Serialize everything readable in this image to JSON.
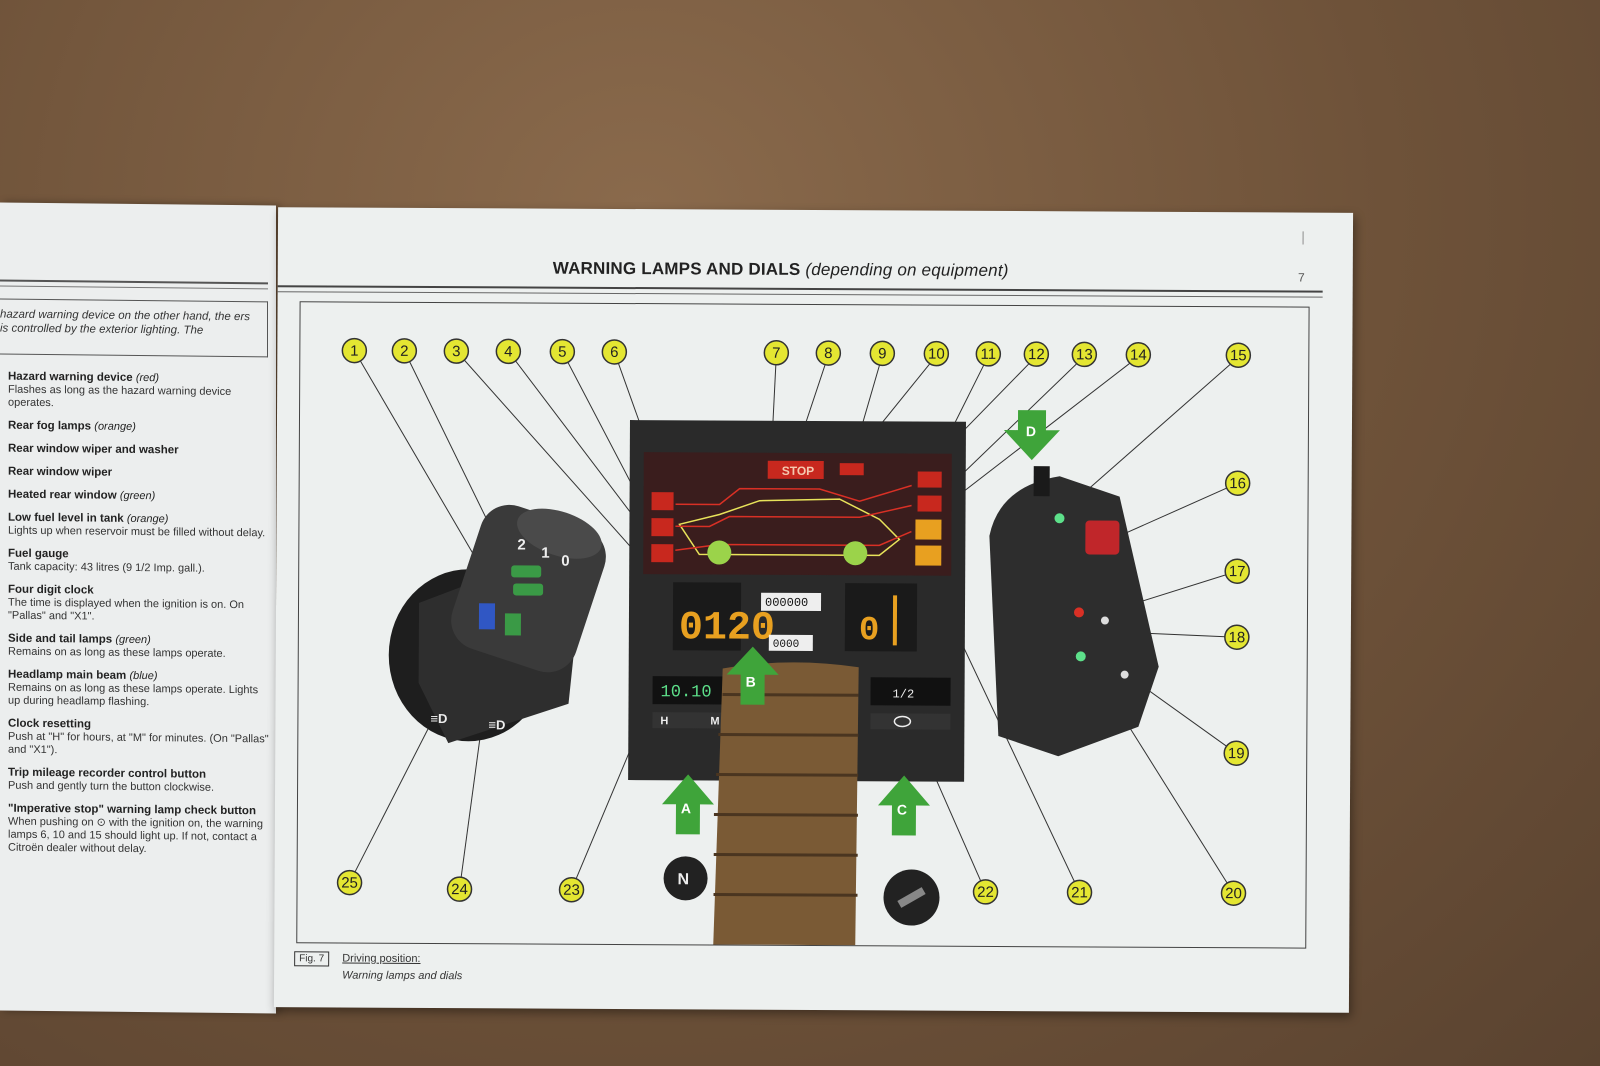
{
  "left_page": {
    "intro": "hazard warning device on the other hand, the ers is controlled by the exterior lighting. The",
    "items": [
      {
        "title": "Hazard warning device",
        "color": "(red)",
        "desc": "Flashes as long as the hazard warning device operates."
      },
      {
        "title": "Rear fog lamps",
        "color": "(orange)",
        "desc": ""
      },
      {
        "title": "Rear window wiper and washer",
        "color": "",
        "desc": ""
      },
      {
        "title": "Rear window wiper",
        "color": "",
        "desc": ""
      },
      {
        "title": "Heated rear window",
        "color": "(green)",
        "desc": ""
      },
      {
        "title": "Low fuel level in tank",
        "color": "(orange)",
        "desc": "Lights up when reservoir must be filled without delay."
      },
      {
        "title": "Fuel gauge",
        "color": "",
        "desc": "Tank capacity: 43 litres (9 1/2 Imp. gall.)."
      },
      {
        "title": "Four digit clock",
        "color": "",
        "desc": "The time is displayed when the ignition is on. On \"Pallas\" and \"X1\"."
      },
      {
        "title": "Side and tail lamps",
        "color": "(green)",
        "desc": "Remains on as long as these lamps operate."
      },
      {
        "title": "Headlamp main beam",
        "color": "(blue)",
        "desc": "Remains on as long as these lamps operate. Lights up during headlamp flashing."
      },
      {
        "title": "Clock resetting",
        "color": "",
        "desc": "Push at \"H\" for hours, at \"M\" for minutes. (On \"Pallas\" and \"X1\")."
      },
      {
        "title": "Trip mileage recorder control button",
        "color": "",
        "desc": "Push and gently turn the button clockwise."
      },
      {
        "title": "\"Imperative stop\" warning lamp check button",
        "color": "",
        "desc": "When pushing on ⊙ with the ignition on, the warning lamps 6, 10 and 15 should light up. If not, contact a Citroën dealer without delay."
      }
    ]
  },
  "right_page": {
    "title": "WARNING LAMPS AND DIALS",
    "subtitle": "(depending on equipment)",
    "page_number": "7",
    "figure": {
      "tag": "Fig. 7",
      "caption_title": "Driving position:",
      "caption_sub": "Warning lamps and dials",
      "callouts_top": [
        "1",
        "2",
        "3",
        "4",
        "5",
        "6",
        "7",
        "8",
        "9",
        "10",
        "11",
        "12",
        "13",
        "14",
        "15"
      ],
      "callouts_right": [
        "16",
        "17",
        "18",
        "19"
      ],
      "callouts_bottom": [
        "25",
        "24",
        "23",
        "22",
        "21",
        "20"
      ],
      "arrows": [
        "A",
        "B",
        "C",
        "D"
      ],
      "display": {
        "stop": "STOP",
        "odometer": "000000",
        "trip": "0000",
        "clock": "10.10",
        "speed": "0120",
        "gear": "0",
        "fuel": "1/2",
        "clock_buttons_h": "H",
        "clock_buttons_m": "M"
      },
      "stalk_left_labels": [
        "2",
        "1",
        "0"
      ],
      "colors": {
        "callout": "#e4e632",
        "arrow": "#3fa43a",
        "panel": "#2b2b2b",
        "lcd_red": "#d93025",
        "lcd_amber": "#e8a020",
        "lcd_green": "#9bd34a"
      }
    }
  }
}
